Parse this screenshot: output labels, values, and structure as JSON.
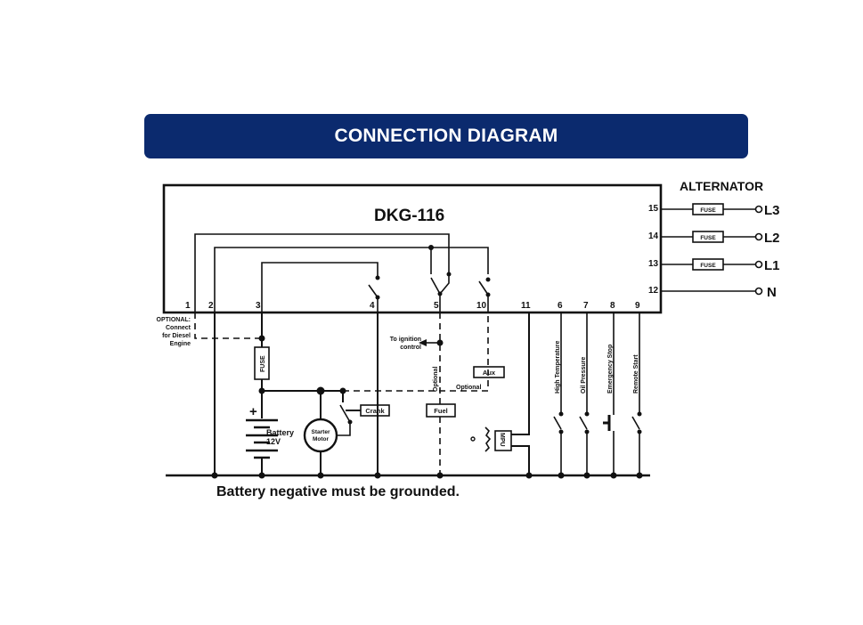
{
  "banner": {
    "title": "CONNECTION DIAGRAM"
  },
  "controller": {
    "model": "DKG-116"
  },
  "alternator": {
    "label": "ALTERNATOR",
    "fuse_label": "FUSE",
    "phases": [
      "L3",
      "L2",
      "L1",
      "N"
    ]
  },
  "terminals": {
    "t1": "1",
    "t2": "2",
    "t3": "3",
    "t4": "4",
    "t5": "5",
    "t10": "10",
    "t11": "11",
    "t6": "6",
    "t7": "7",
    "t8": "8",
    "t9": "9",
    "t15": "15",
    "t14": "14",
    "t13": "13",
    "t12": "12"
  },
  "notes": {
    "optional_lines": [
      "OPTIONAL:",
      "Connect",
      "for Diesel",
      "Engine"
    ],
    "ignition_lines": [
      "To ignition",
      "control"
    ],
    "optional_vertical": "Optional",
    "optional_horizontal": "Optional",
    "ground_note": "Battery negative must be grounded."
  },
  "components": {
    "fuse": "FUSE",
    "battery_lines": [
      "Battery",
      "12V"
    ],
    "starter_lines": [
      "Starter",
      "Motor"
    ],
    "crank": "Crank",
    "fuel": "Fuel",
    "aux": "Aux",
    "mpu": "MPU",
    "plus": "+"
  },
  "inputs": {
    "high_temperature": "High Temperature",
    "oil_pressure": "Oil Pressure",
    "emergency_stop": "Emergency Stop",
    "remote_start": "Remote Start"
  }
}
